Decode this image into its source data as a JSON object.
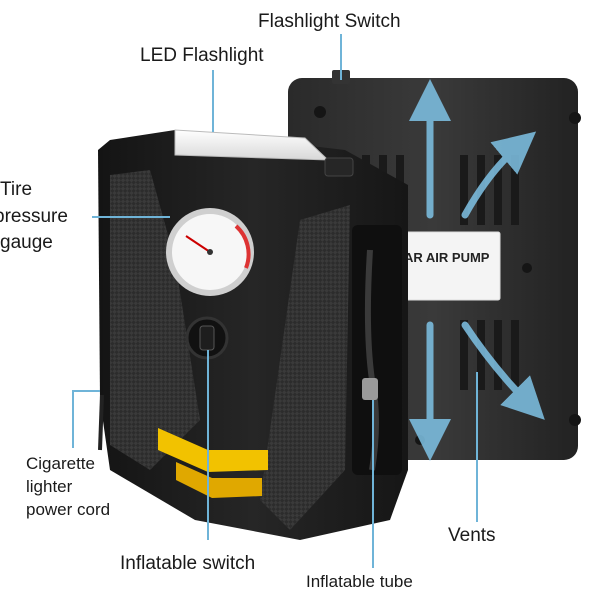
{
  "callouts": {
    "flashlight_switch": "Flashlight Switch",
    "led_flashlight": "LED Flashlight",
    "tire_pressure_line1": "Tire",
    "tire_pressure_line2": "pressure",
    "tire_pressure_line3": "gauge",
    "power_cord_line1": "Cigarette",
    "power_cord_line2": "lighter",
    "power_cord_line3": "power cord",
    "inflatable_switch": "Inflatable switch",
    "vents": "Vents",
    "inflatable_tube": "Inflatable tube"
  },
  "product": {
    "rear_label": "AR AIR PUMP",
    "body_color": "#1c1c1c",
    "accent_color": "#f2c200",
    "arrow_color": "#7fc3e6"
  }
}
